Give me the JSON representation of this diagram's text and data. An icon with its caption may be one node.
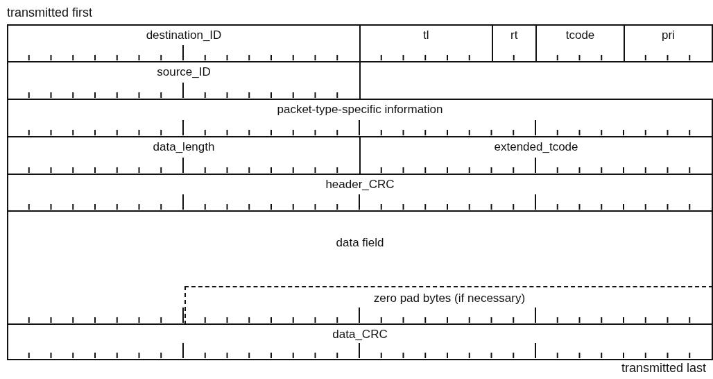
{
  "diagram": {
    "nodes": [
      {
        "text": [
          "destination_ID"
        ]
      },
      {
        "text": [
          "tl"
        ]
      },
      {
        "text": [
          "rt"
        ]
      },
      {
        "text": [
          "tcode"
        ]
      },
      {
        "text": [
          "pri"
        ]
      },
      {
        "text": [
          "source_ID"
        ]
      },
      {
        "text": [
          "packet-type-specific information"
        ]
      },
      {
        "text": [
          "data_length"
        ]
      },
      {
        "text": [
          "extended_tcode"
        ]
      },
      {
        "text": [
          "header_CRC"
        ]
      },
      {
        "text": [
          "data field"
        ]
      },
      {
        "text": [
          "zero pad bytes (if necessary)"
        ],
        "in": 10
      },
      {
        "text": [
          "data_CRC"
        ]
      }
    ],
    "labels": [
      "transmitted first",
      "transmitted last"
    ]
  }
}
